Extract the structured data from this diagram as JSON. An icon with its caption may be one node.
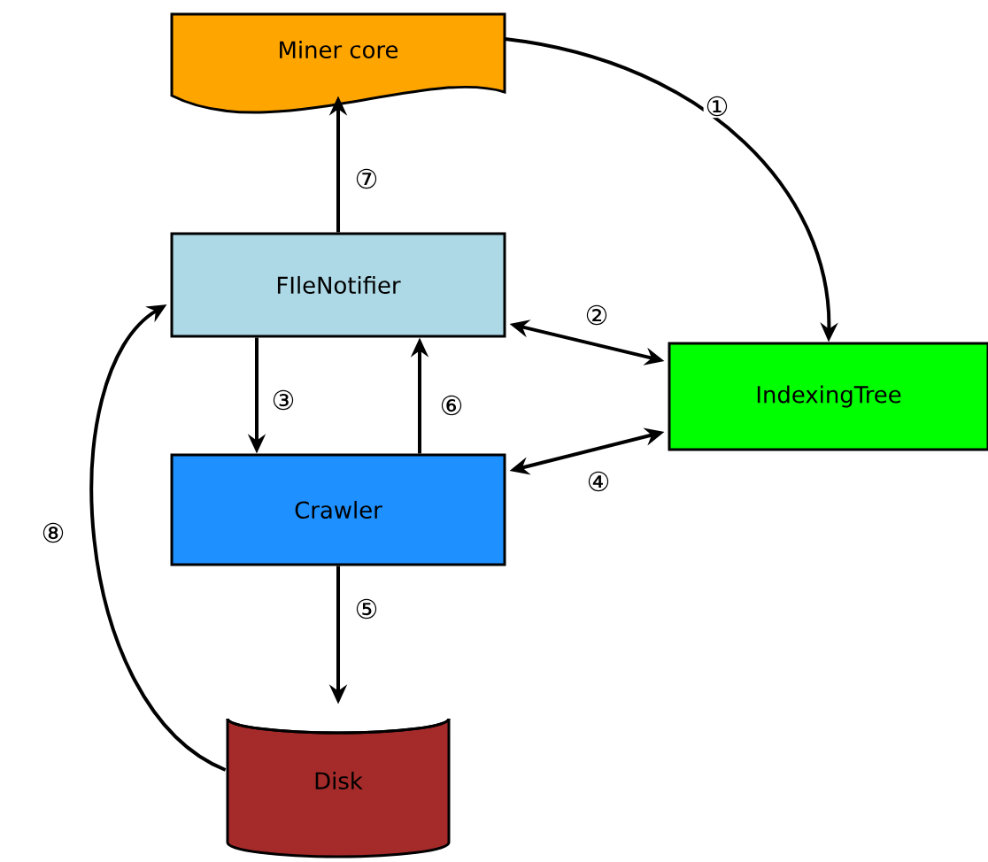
{
  "diagram": {
    "nodes": [
      {
        "text": [
          "Miner core"
        ]
      },
      {
        "text": [
          "FIleNotifier"
        ]
      },
      {
        "text": [
          "IndexingTree"
        ]
      },
      {
        "text": [
          "Crawler"
        ]
      },
      {
        "text": [
          "Disk"
        ]
      }
    ],
    "edges": [
      {
        "from": 0,
        "to": 2,
        "arrow": "to",
        "label": "①"
      },
      {
        "from": 1,
        "to": 2,
        "arrow": "both",
        "label": "②"
      },
      {
        "from": 1,
        "to": 3,
        "arrow": "to",
        "label": "③"
      },
      {
        "from": 3,
        "to": 2,
        "arrow": "both",
        "label": "④"
      },
      {
        "from": 3,
        "to": 4,
        "arrow": "to",
        "label": "⑤"
      },
      {
        "from": 3,
        "to": 1,
        "arrow": "to",
        "label": "⑥"
      },
      {
        "from": 1,
        "to": 0,
        "arrow": "to",
        "label": "⑦"
      },
      {
        "from": 4,
        "to": 1,
        "arrow": "to",
        "label": "⑧"
      }
    ]
  }
}
